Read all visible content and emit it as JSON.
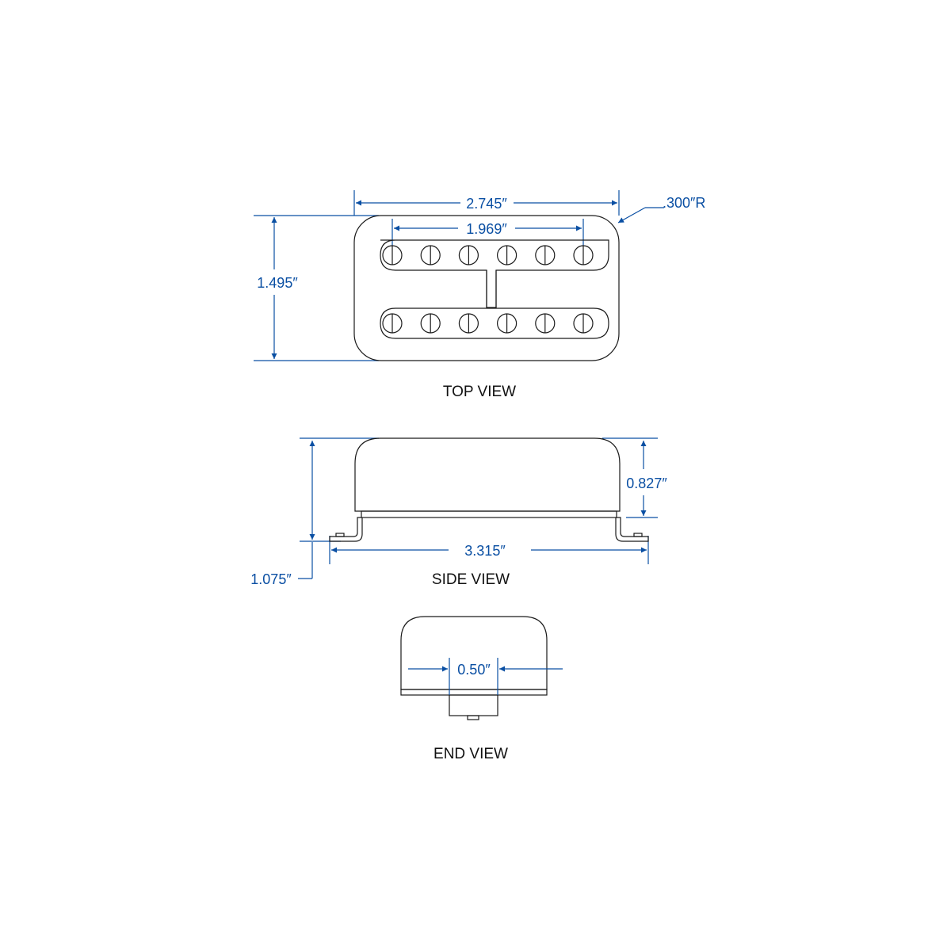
{
  "views": {
    "top": {
      "label": "TOP VIEW",
      "overall_width": "2.745″",
      "pole_spacing": "1.969″",
      "corner_radius": ".300″R",
      "overall_height": "1.495″",
      "pole_rows": 2,
      "poles_per_row": 6
    },
    "side": {
      "label": "SIDE VIEW",
      "cover_height": "0.827″",
      "mounting_length": "3.315″",
      "overall_height": "1.075″"
    },
    "end": {
      "label": "END VIEW",
      "leg_width": "0.50″"
    }
  },
  "colors": {
    "dimension": "#0a4fa3",
    "outline": "#1a1a1a"
  }
}
